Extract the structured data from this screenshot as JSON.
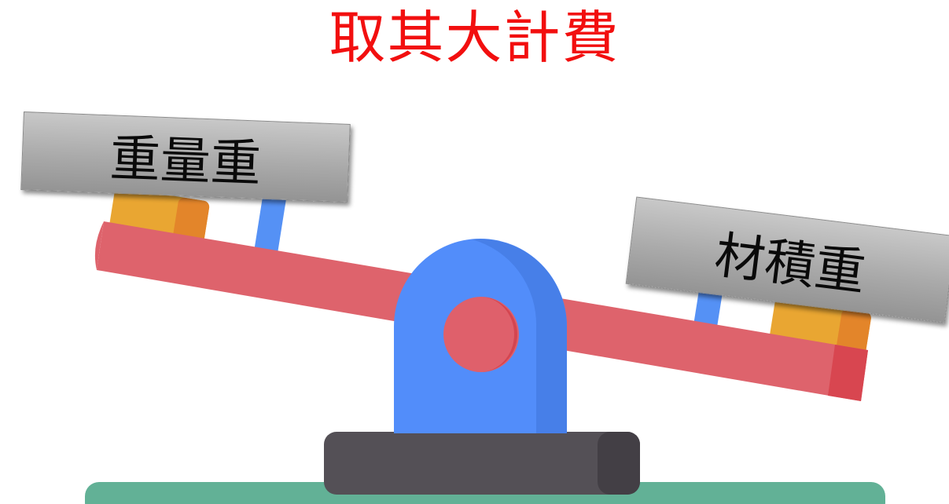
{
  "title": "取其大計費",
  "left_label": "重量重",
  "right_label": "材積重",
  "colors": {
    "title": "#f20f0f",
    "beam": "#de636c",
    "beam_end": "#d84650",
    "pivot": "#528dfa",
    "pivot_shade": "#477fe8",
    "pivot_knob": "#df606b",
    "pivot_knob_shade": "#d44550",
    "weight": "#e9a632",
    "weight_shade": "#e3852a",
    "rod": "#5591f5",
    "base": "#545056",
    "base_shade": "#433f45",
    "ground": "#62b196"
  }
}
